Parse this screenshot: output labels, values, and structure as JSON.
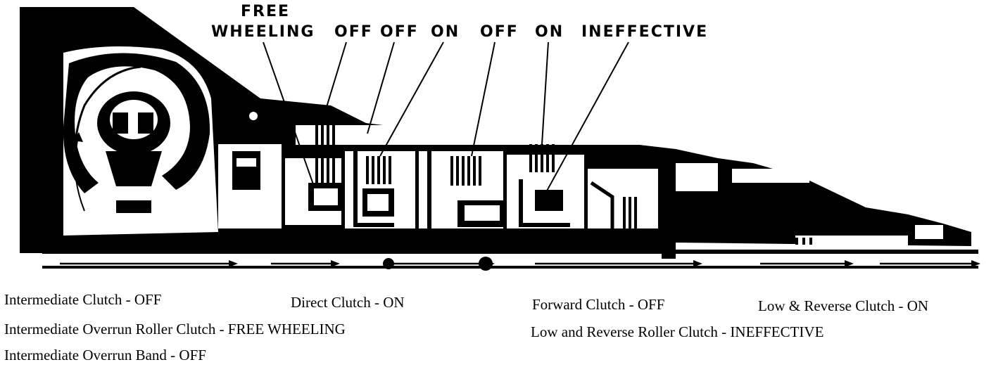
{
  "header": {
    "free": "FREE",
    "wheeling": "WHEELING",
    "states": [
      "OFF",
      "OFF",
      "ON",
      "OFF",
      "ON",
      "INEFFECTIVE"
    ]
  },
  "captions": {
    "intermediate_clutch": "Intermediate Clutch - OFF",
    "direct_clutch": "Direct Clutch - ON",
    "forward_clutch": "Forward Clutch - OFF",
    "low_reverse_clutch": "Low & Reverse Clutch - ON",
    "intermediate_overrun_roller": "Intermediate Overrun Roller Clutch - FREE WHEELING",
    "low_reverse_roller": "Low and Reverse Roller Clutch - INEFFECTIVE",
    "intermediate_overrun_band": "Intermediate Overrun Band - OFF"
  },
  "colors": {
    "ink": "#000000",
    "paper": "#ffffff"
  }
}
